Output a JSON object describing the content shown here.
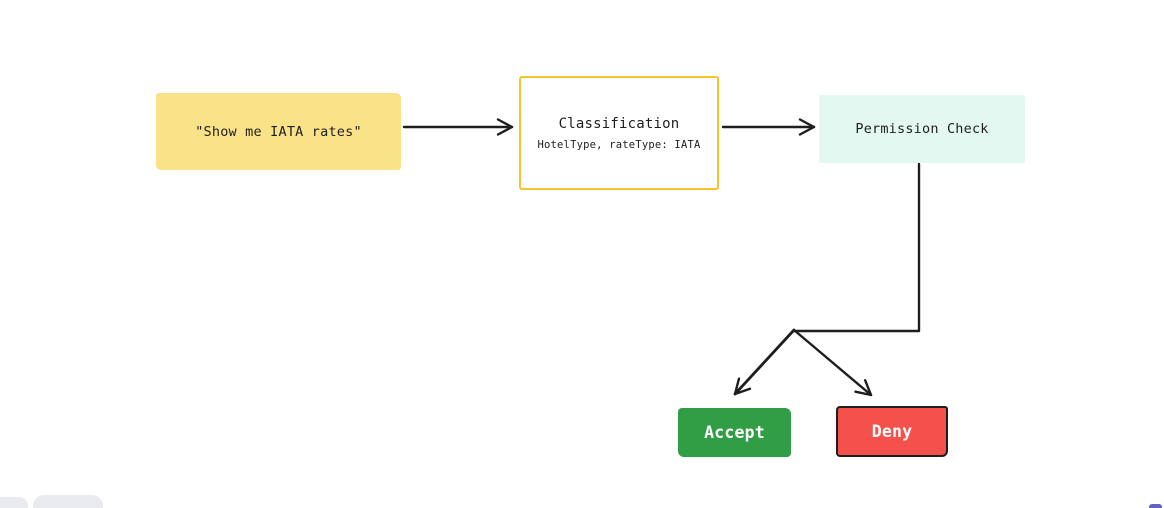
{
  "canvas": {
    "background": "#FFFFFF",
    "stroke_color": "#1E1E1E"
  },
  "diagram": {
    "nodes": [
      {
        "id": "user-query",
        "label": "\"Show me IATA rates\"",
        "fill": "#FAE289",
        "text_color": "#1E1E1E"
      },
      {
        "id": "classification",
        "title": "Classification",
        "subtitle": "HotelType, rateType: IATA",
        "fill": "#FFFFFF",
        "border_color": "#F5C42C",
        "text_color": "#1E1E1E"
      },
      {
        "id": "permission-check",
        "label": "Permission Check",
        "fill": "#E4F8F2",
        "text_color": "#1E1E1E"
      },
      {
        "id": "accept",
        "label": "Accept",
        "fill": "#2F9E44",
        "text_color": "#FFFFFF"
      },
      {
        "id": "deny",
        "label": "Deny",
        "fill": "#F4514C",
        "border_color": "#1E1E1E",
        "text_color": "#FFFFFF"
      }
    ],
    "edges": [
      {
        "from": "user-query",
        "to": "classification",
        "style": "arrow"
      },
      {
        "from": "classification",
        "to": "permission-check",
        "style": "arrow"
      },
      {
        "from": "permission-check",
        "to": "branch-point",
        "style": "elbow-line"
      },
      {
        "from": "branch-point",
        "to": "accept",
        "style": "arrow"
      },
      {
        "from": "branch-point",
        "to": "deny",
        "style": "arrow"
      }
    ]
  },
  "toolbar": {
    "bottom_left_buttons": 2,
    "bottom_right_badge_color": "#6663C0"
  }
}
